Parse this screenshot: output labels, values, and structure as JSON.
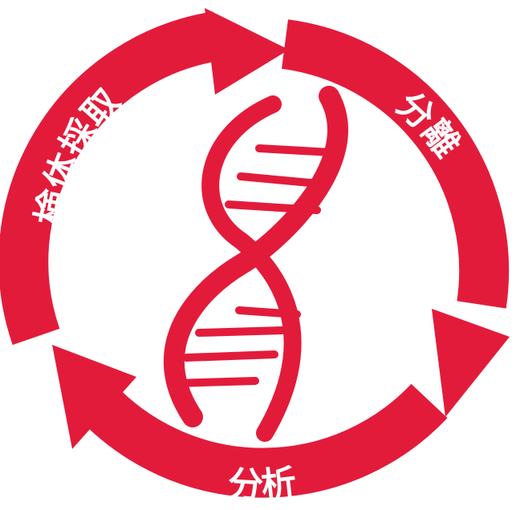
{
  "colors": {
    "accent": "#e31b3b",
    "text": "#ffffff",
    "background": "#ffffff"
  },
  "cycle": {
    "steps": [
      {
        "label": "検体採取"
      },
      {
        "label": "分離"
      },
      {
        "label": "分析"
      }
    ]
  },
  "center_icon": "dna-helix-icon"
}
